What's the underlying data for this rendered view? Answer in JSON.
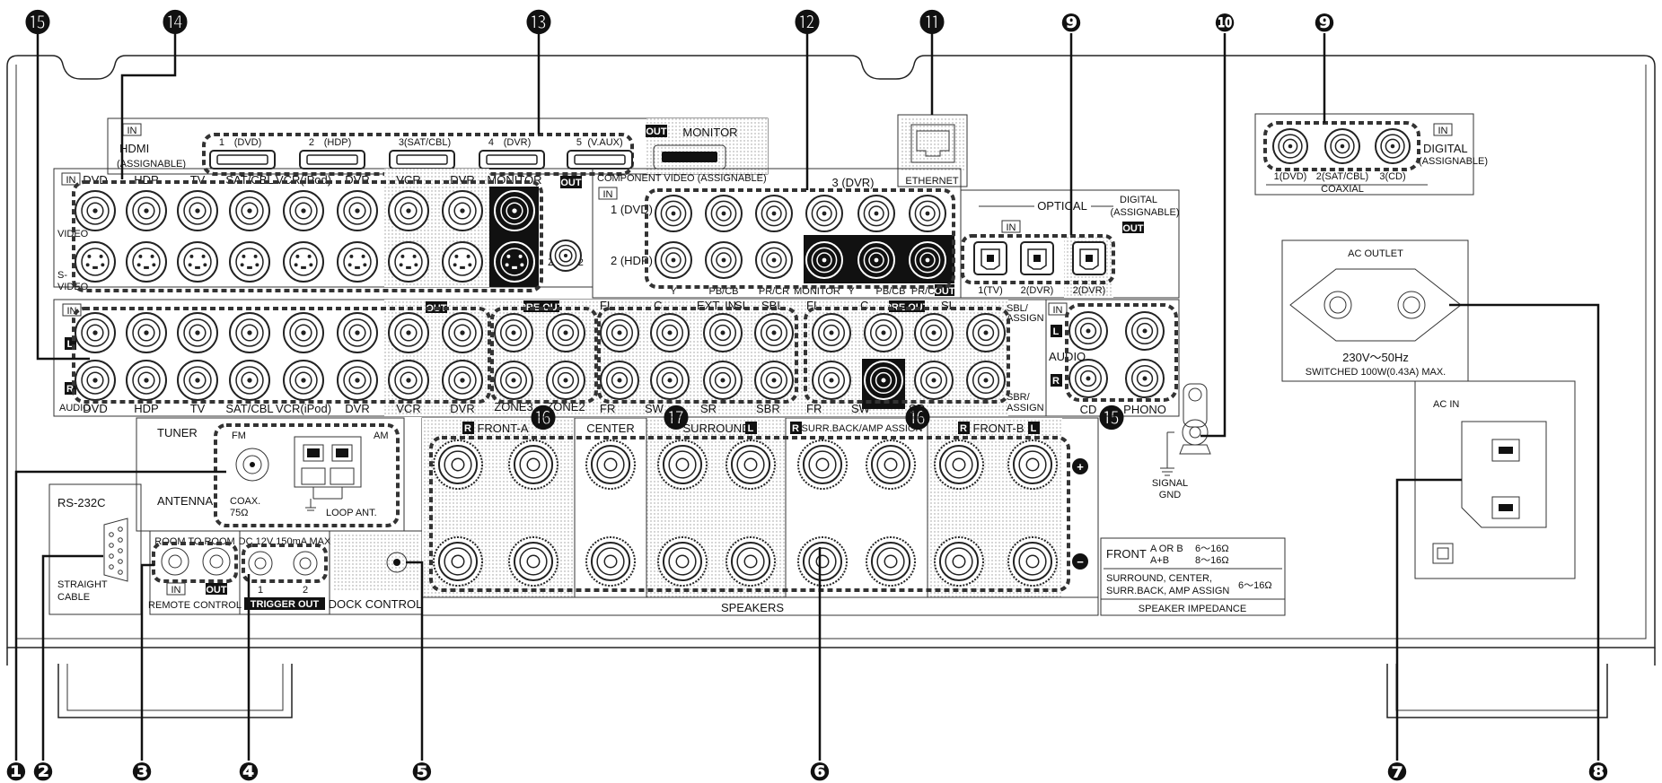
{
  "callouts": [
    "❶",
    "❷",
    "❸",
    "❹",
    "❺",
    "❻",
    "❼",
    "❽",
    "❾",
    "❿",
    "⓫",
    "⓬",
    "⓭",
    "⓮",
    "⓯",
    "⓰",
    "⓱"
  ],
  "hdmi": {
    "in_tag": "IN",
    "title": "HDMI",
    "subtitle": "(ASSIGNABLE)",
    "inputs": [
      {
        "num": "1",
        "name": "(DVD)"
      },
      {
        "num": "2",
        "name": "(HDP)"
      },
      {
        "num": "3",
        "name": "(SAT/CBL)"
      },
      {
        "num": "4",
        "name": "(DVR)"
      },
      {
        "num": "5",
        "name": "(V.AUX)"
      }
    ],
    "out_tag": "OUT",
    "monitor": "MONITOR"
  },
  "ethernet": "ETHERNET",
  "video": {
    "in_tag": "IN",
    "out_tag": "OUT",
    "columns": [
      "DVD",
      "HDP",
      "TV",
      "SAT/CBL",
      "VCR(iPod)",
      "DVR",
      "VCR",
      "DVR",
      "MONITOR"
    ],
    "video_label": "VIDEO",
    "svideo_label": [
      "S-",
      "VIDEO"
    ],
    "zone2": "ZONE 2"
  },
  "component": {
    "title": "COMPONENT  VIDEO (ASSIGNABLE)",
    "in_tag": "IN",
    "rows": [
      "1 (DVD)",
      "2 (HDP)"
    ],
    "third": "3 (DVR)",
    "bottom": [
      "Y",
      "PB/CB",
      "PR/CR",
      "MONITOR",
      "Y",
      "PB/CB",
      "PR/CR"
    ],
    "out_tag": "OUT"
  },
  "optical": {
    "optical": "OPTICAL",
    "digital": "DIGITAL",
    "assignable": "(ASSIGNABLE)",
    "in_tag": "IN",
    "out_tag": "OUT",
    "ports": [
      "1(TV)",
      "2(DVR)",
      "2(DVR)"
    ]
  },
  "coaxial": {
    "in_tag": "IN",
    "digital": "DIGITAL",
    "assignable": "(ASSIGNABLE)",
    "ports": [
      "1(DVD)",
      "2(SAT/CBL)",
      "3(CD)"
    ],
    "title": "COAXIAL"
  },
  "audio": {
    "in_tag": "IN",
    "out_tag": "OUT",
    "l_tag": "L",
    "r_tag": "R",
    "label": "AUDIO",
    "columns": [
      "DVD",
      "HDP",
      "TV",
      "SAT/CBL",
      "VCR(iPod)",
      "DVR",
      "VCR",
      "DVR"
    ]
  },
  "preout": {
    "tag1": "PRE OUT",
    "zones": [
      "ZONE3",
      "ZONE2"
    ],
    "ext_top": [
      "FL",
      "C",
      "EXT. IN",
      "SL",
      "SBL"
    ],
    "ext_bottom": [
      "FR",
      "SW",
      "SR",
      "SBR"
    ],
    "tag2": "PRE OUT",
    "pre_top": [
      "FL",
      "C",
      "SL",
      "SBL/",
      "ASSIGN"
    ],
    "pre_bottom": [
      "FR",
      "SW",
      "SR",
      "SBR/",
      "ASSIGN"
    ]
  },
  "audio_right": {
    "in_tag": "IN",
    "label": "AUDIO",
    "l_tag": "L",
    "r_tag": "R",
    "cd": "CD",
    "phono": "PHONO"
  },
  "signal_gnd": [
    "SIGNAL",
    "GND"
  ],
  "ac_outlet": {
    "title": "AC OUTLET",
    "line1": "230V～50Hz",
    "line2": "SWITCHED 100W(0.43A)  MAX."
  },
  "ac_in": "AC IN",
  "tuner": {
    "tuner": "TUNER",
    "fm": "FM",
    "am": "AM",
    "antenna": "ANTENNA",
    "coax": "COAX.",
    "ohm": "75Ω",
    "loop": "LOOP ANT."
  },
  "rs232c": {
    "title": "RS-232C",
    "line1": "STRAIGHT",
    "line2": "CABLE"
  },
  "remote": {
    "title": "ROOM TO ROOM",
    "in_tag": "IN",
    "out_tag": "OUT",
    "label": "REMOTE CONTROL"
  },
  "trigger": {
    "title": "DC 12V 150mA MAX",
    "nums": [
      "1",
      "2"
    ],
    "label": "TRIGGER OUT"
  },
  "dock": "DOCK CONTROL",
  "speakers": {
    "groups": [
      "FRONT-A",
      "CENTER",
      "SURROUND",
      "SURR.BACK/AMP ASSIGN",
      "FRONT-B"
    ],
    "r_tag": "R",
    "l_tag": "L",
    "plus": "+",
    "minus": "−",
    "label": "SPEAKERS"
  },
  "impedance": {
    "front": "FRONT",
    "aorb": "A OR B",
    "aorb_val": "6～16Ω",
    "apb": "A+B",
    "apb_val": "8～16Ω",
    "sur1": "SURROUND, CENTER,",
    "sur2": "SURR.BACK, AMP ASSIGN",
    "sur_val": "6～16Ω",
    "label": "SPEAKER  IMPEDANCE"
  }
}
